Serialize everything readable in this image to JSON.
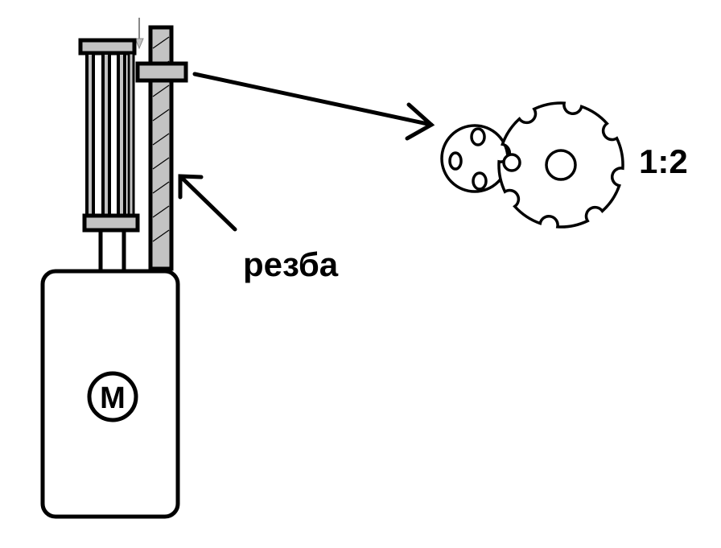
{
  "labels": {
    "thread": "резба",
    "ratio": "1:2",
    "motor": "M"
  },
  "colors": {
    "stroke": "#000000",
    "fill_gray": "#c3c3c3",
    "background": "#ffffff"
  }
}
